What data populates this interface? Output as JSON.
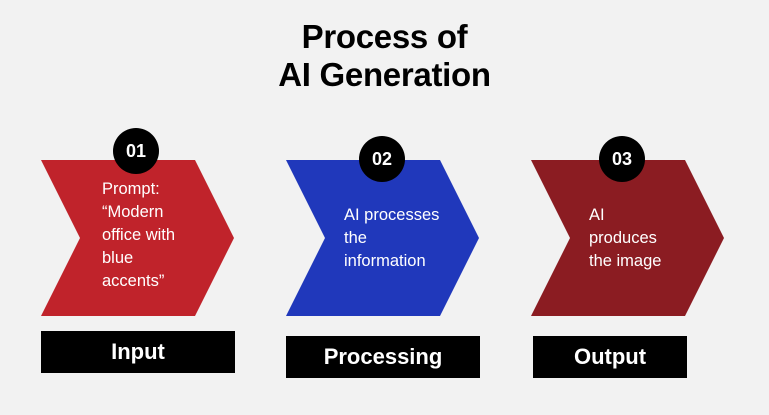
{
  "title": {
    "line1": "Process of",
    "line2": "AI Generation"
  },
  "colors": {
    "step1": "#c0232b",
    "step2": "#2038bb",
    "step3": "#8b1c22",
    "background": "#f2f2f2"
  },
  "steps": [
    {
      "number": "01",
      "text_lines": [
        "Prompt:",
        "“Modern",
        "office with",
        "blue",
        "accents”"
      ],
      "label": "Input"
    },
    {
      "number": "02",
      "text_lines": [
        "AI processes",
        "the",
        "information"
      ],
      "label": "Processing"
    },
    {
      "number": "03",
      "text_lines": [
        "AI",
        "produces",
        "the image"
      ],
      "label": "Output"
    }
  ]
}
